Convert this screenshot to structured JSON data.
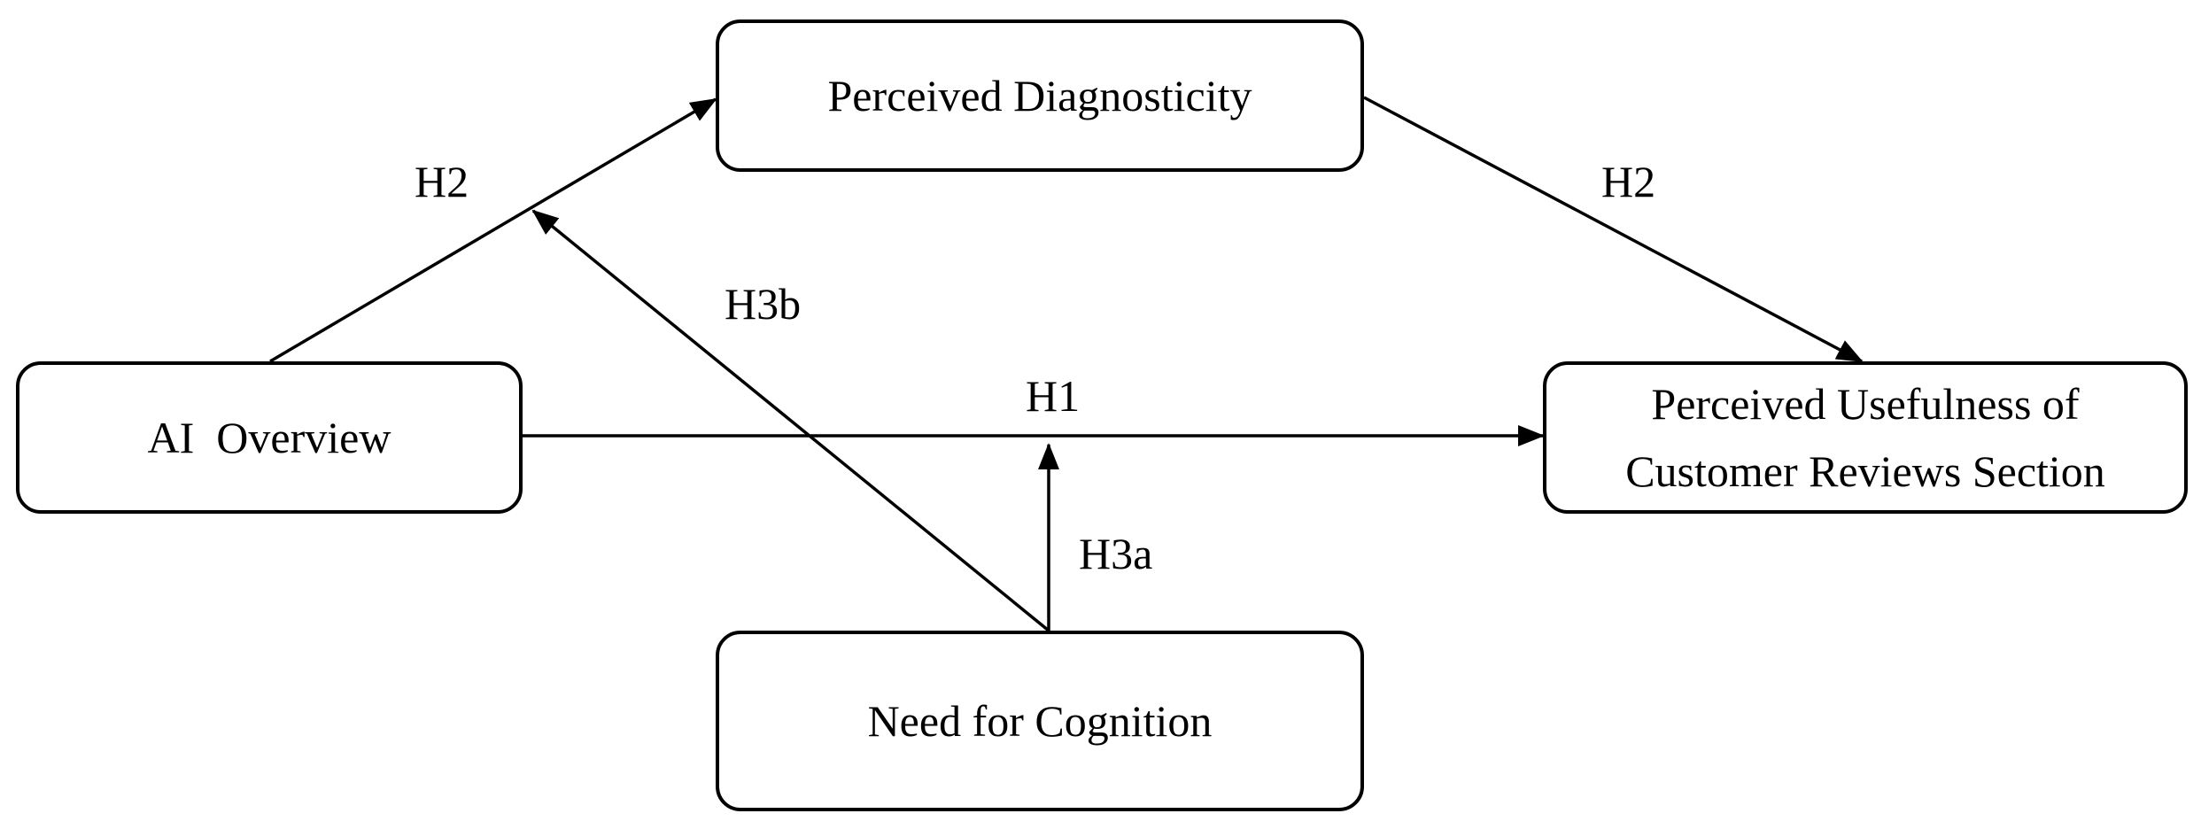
{
  "nodes": {
    "perceived_diagnosticity": "Perceived Diagnosticity",
    "ai_overview": "AI  Overview",
    "perceived_usefulness": "Perceived Usefulness of\nCustomer Reviews Section",
    "need_for_cognition": "Need for Cognition"
  },
  "edges": {
    "h2_left": "H2",
    "h2_right": "H2",
    "h3b": "H3b",
    "h1": "H1",
    "h3a": "H3a"
  },
  "colors": {
    "stroke": "#000000",
    "background": "#ffffff"
  }
}
